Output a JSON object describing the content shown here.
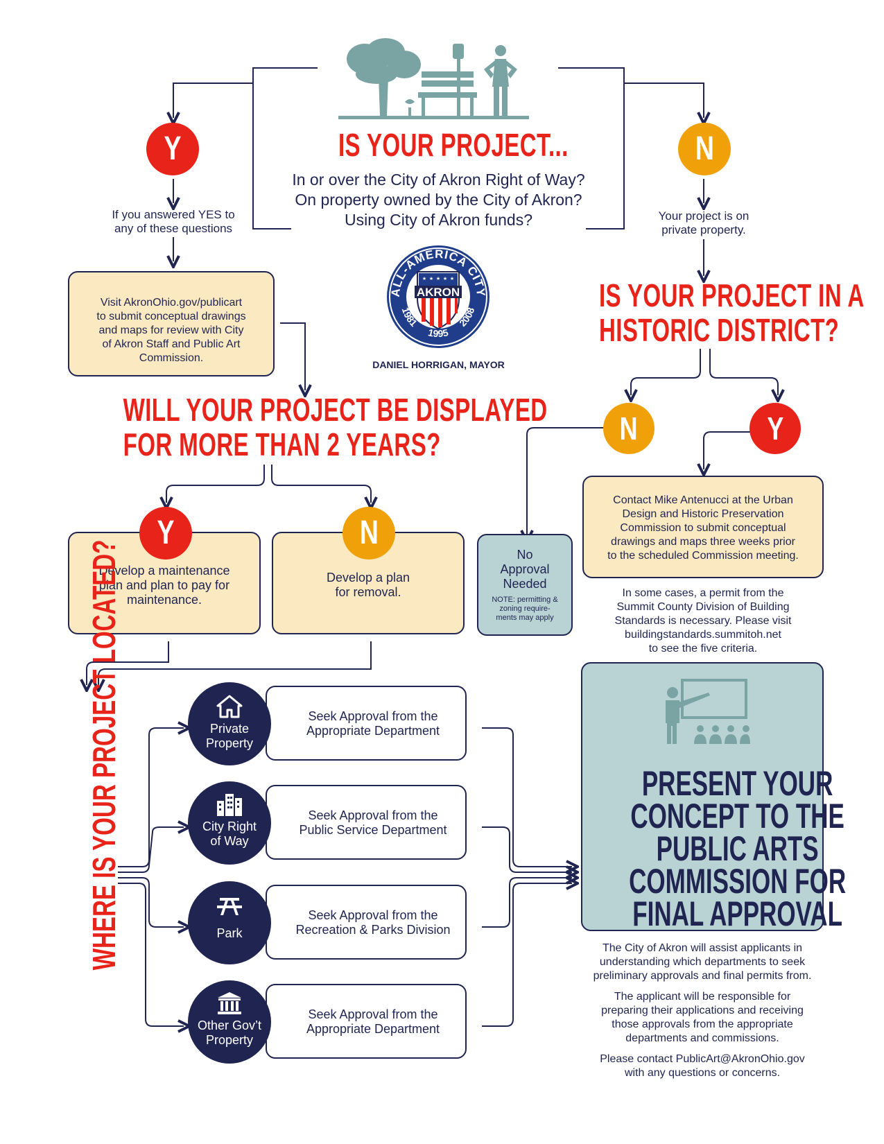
{
  "top_question": {
    "headline": "IS YOUR PROJECT...",
    "lines": [
      "In or over the City of Akron Right of Way?",
      "On property owned by the City of Akron?",
      "Using City of Akron funds?"
    ]
  },
  "yes_branch": {
    "marker": "Y",
    "note_lines": [
      "If you answered YES to",
      "any of these questions"
    ],
    "box_lines": [
      "Visit AkronOhio.gov/publicart",
      "to submit conceptual drawings",
      "and maps for review with City",
      "of Akron Staff and Public Art",
      "Commission."
    ]
  },
  "no_branch": {
    "marker": "N",
    "note_lines": [
      "Your project is on",
      "private property."
    ]
  },
  "seal": {
    "ring_text": "ALL-AMERICA CITY",
    "name": "AKRON",
    "years": [
      "1981",
      "1995",
      "2008"
    ],
    "caption": "DANIEL HORRIGAN, MAYOR"
  },
  "historic": {
    "headline_lines": [
      "IS YOUR PROJECT IN A",
      "HISTORIC DISTRICT?"
    ],
    "no_marker": "N",
    "yes_marker": "Y",
    "no_box": {
      "lines": [
        "No",
        "Approval",
        "Needed"
      ],
      "note_lines": [
        "NOTE: permitting &",
        "zoning require-",
        "ments may apply"
      ]
    },
    "yes_box_lines": [
      "Contact Mike Antenucci at the Urban",
      "Design and Historic Preservation",
      "Commission to submit conceptual",
      "drawings and maps three weeks prior",
      "to the scheduled Commission meeting."
    ],
    "permit_note_lines": [
      "In some cases, a permit from the",
      "Summit County Division of Building",
      "Standards is necessary. Please visit",
      "buildingstandards.summitoh.net",
      "to see the five criteria."
    ]
  },
  "duration": {
    "headline_lines": [
      "WILL YOUR PROJECT BE DISPLAYED",
      "FOR MORE THAN 2 YEARS?"
    ],
    "yes_marker": "Y",
    "no_marker": "N",
    "yes_box_lines": [
      "Develop a maintenance",
      "plan and plan to pay for",
      "maintenance."
    ],
    "no_box_lines": [
      "Develop a plan",
      "for removal."
    ]
  },
  "location": {
    "headline": "WHERE IS YOUR PROJECT LOCATED?",
    "items": [
      {
        "icon": "house-icon",
        "label_lines": [
          "Private",
          "Property"
        ],
        "action_lines": [
          "Seek Approval from the",
          "Appropriate Department"
        ]
      },
      {
        "icon": "buildings-icon",
        "label_lines": [
          "City Right",
          "of Way"
        ],
        "action_lines": [
          "Seek Approval from the",
          "Public Service Department"
        ]
      },
      {
        "icon": "picnic-table-icon",
        "label_lines": [
          "Park"
        ],
        "action_lines": [
          "Seek Approval from the",
          "Recreation & Parks Division"
        ]
      },
      {
        "icon": "government-building-icon",
        "label_lines": [
          "Other Gov’t",
          "Property"
        ],
        "action_lines": [
          "Seek Approval from the",
          "Appropriate Department"
        ]
      }
    ]
  },
  "final": {
    "headline_lines": [
      "PRESENT YOUR",
      "CONCEPT TO THE",
      "PUBLIC ARTS",
      "COMMISSION FOR",
      "FINAL APPROVAL"
    ],
    "paragraphs": [
      [
        "The City of Akron will assist applicants in",
        "understanding which departments to seek",
        "preliminary approvals and final permits from."
      ],
      [
        "The applicant will be responsible for",
        "preparing their applications and receiving",
        "those approvals from the appropriate",
        "departments and commissions."
      ],
      [
        "Please contact PublicArt@AkronOhio.gov",
        "with any questions or concerns."
      ]
    ]
  },
  "colors": {
    "navy": "#1f2450",
    "red": "#e8231a",
    "orange": "#f0a10a",
    "cream": "#fbeac1",
    "teal": "#7aa3a4",
    "gray_box": "#b9d3d4"
  }
}
